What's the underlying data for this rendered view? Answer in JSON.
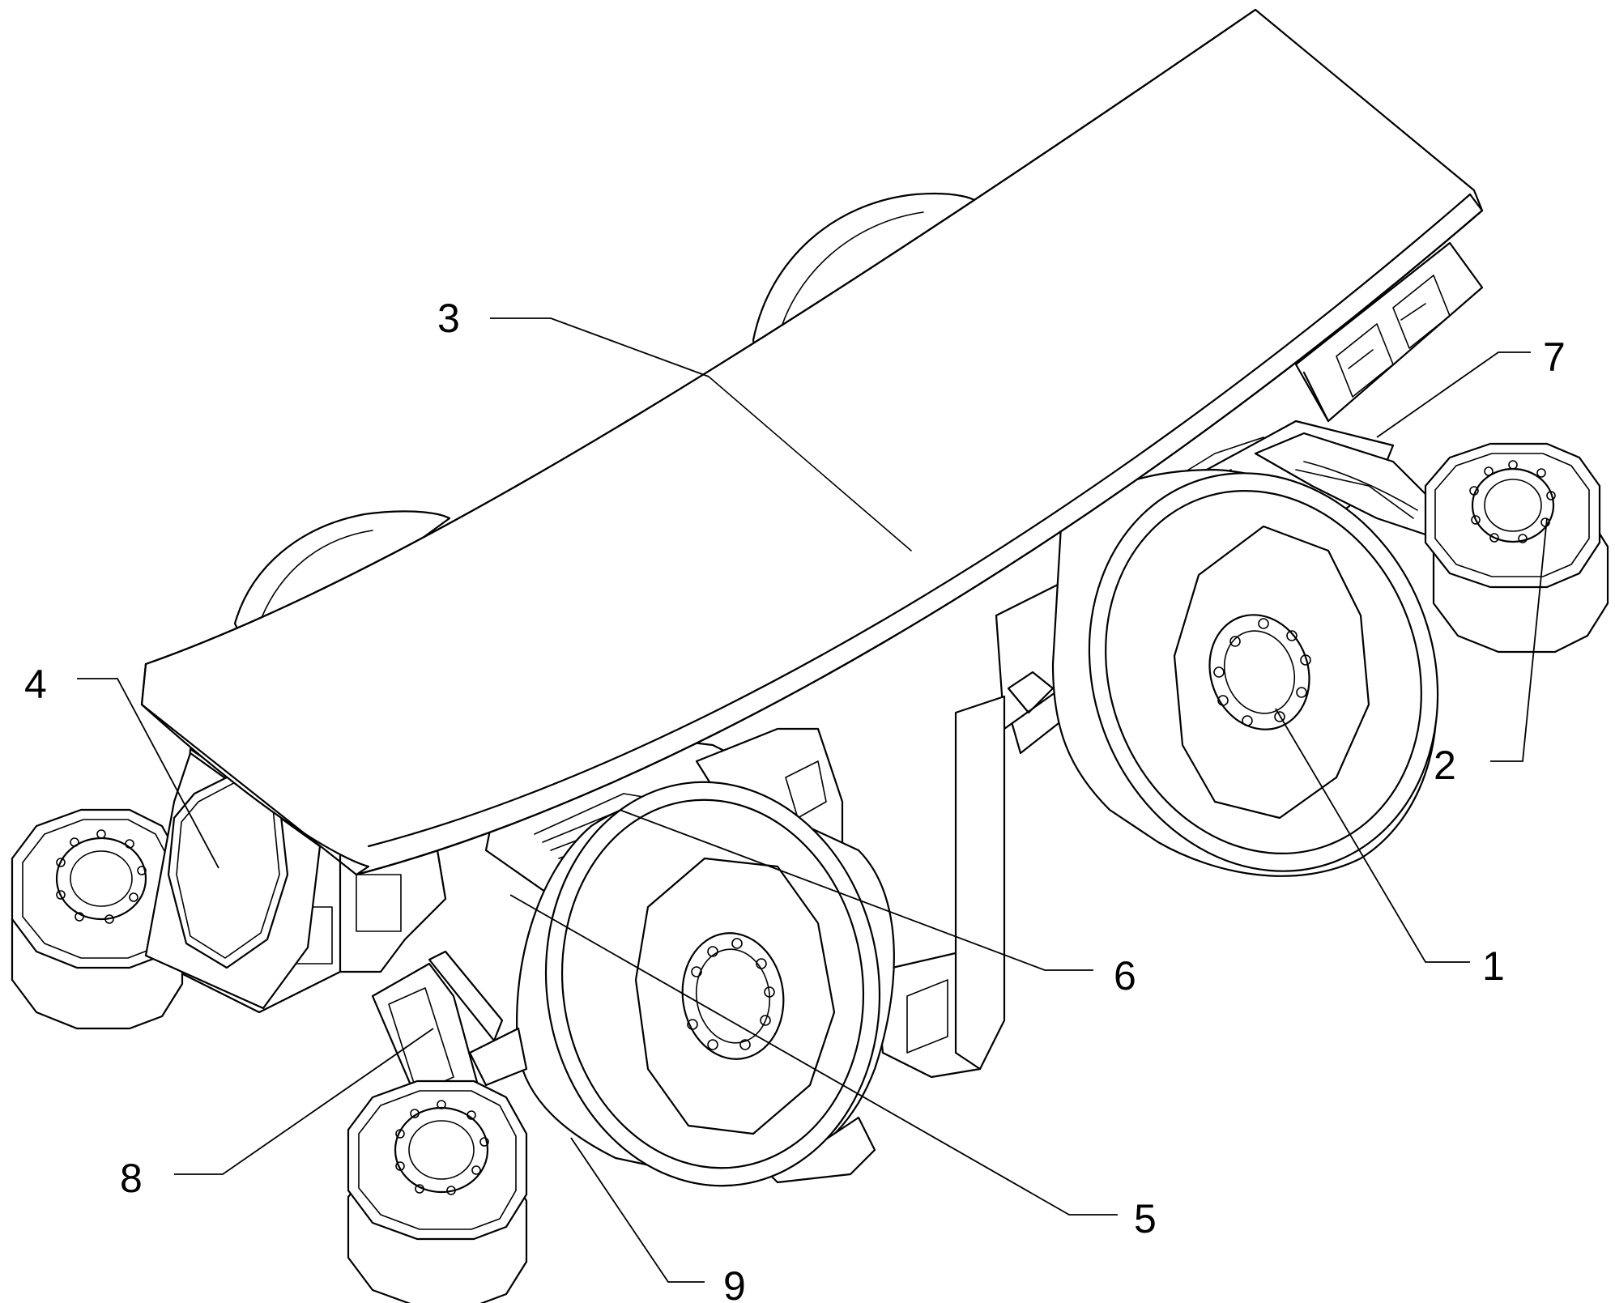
{
  "callouts": [
    {
      "id": "1",
      "text": "1"
    },
    {
      "id": "2",
      "text": "2"
    },
    {
      "id": "3",
      "text": "3"
    },
    {
      "id": "4",
      "text": "4"
    },
    {
      "id": "5",
      "text": "5"
    },
    {
      "id": "6",
      "text": "6"
    },
    {
      "id": "7",
      "text": "7"
    },
    {
      "id": "8",
      "text": "8"
    },
    {
      "id": "9",
      "text": "9"
    }
  ],
  "colors": {
    "line": "#000000",
    "background": "#ffffff"
  }
}
